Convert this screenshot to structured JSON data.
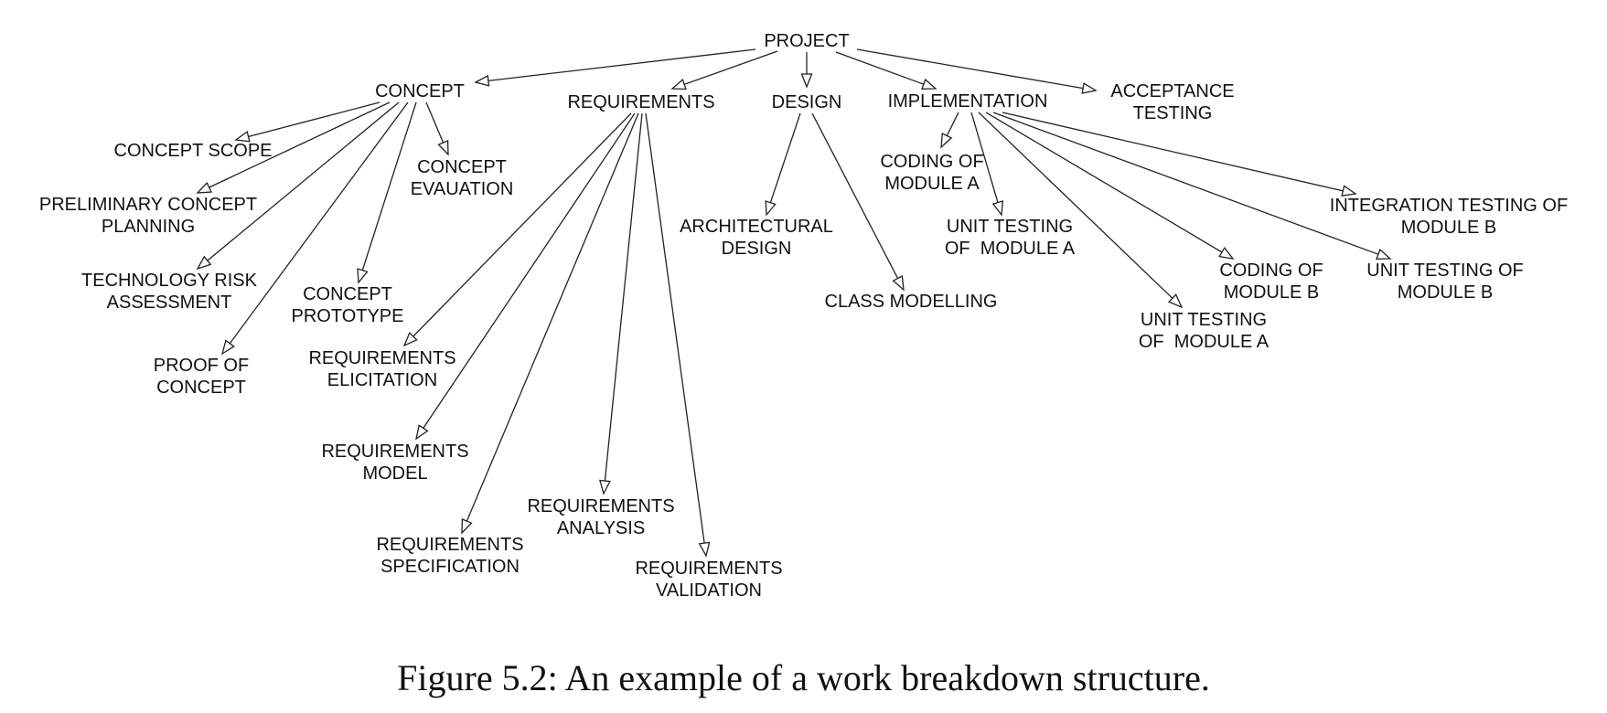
{
  "diagram": {
    "nodes": [
      {
        "id": "project",
        "lines": [
          "PROJECT"
        ]
      },
      {
        "id": "concept",
        "lines": [
          "CONCEPT"
        ]
      },
      {
        "id": "requirements",
        "lines": [
          "REQUIREMENTS"
        ]
      },
      {
        "id": "design",
        "lines": [
          "DESIGN"
        ]
      },
      {
        "id": "implementation",
        "lines": [
          "IMPLEMENTATION"
        ]
      },
      {
        "id": "acceptance_testing",
        "lines": [
          "ACCEPTANCE",
          "TESTING"
        ]
      },
      {
        "id": "concept_scope",
        "lines": [
          "CONCEPT SCOPE"
        ]
      },
      {
        "id": "preliminary_concept_planning",
        "lines": [
          "PRELIMINARY CONCEPT",
          "PLANNING"
        ]
      },
      {
        "id": "technology_risk_assessment",
        "lines": [
          "TECHNOLOGY RISK",
          "ASSESSMENT"
        ]
      },
      {
        "id": "proof_of_concept",
        "lines": [
          "PROOF OF",
          "CONCEPT"
        ]
      },
      {
        "id": "concept_prototype",
        "lines": [
          "CONCEPT",
          "PROTOTYPE"
        ]
      },
      {
        "id": "concept_evauation",
        "lines": [
          "CONCEPT",
          "EVAUATION"
        ]
      },
      {
        "id": "requirements_elicitation",
        "lines": [
          "REQUIREMENTS",
          "ELICITATION"
        ]
      },
      {
        "id": "requirements_model",
        "lines": [
          "REQUIREMENTS",
          "MODEL"
        ]
      },
      {
        "id": "requirements_specification",
        "lines": [
          "REQUIREMENTS",
          "SPECIFICATION"
        ]
      },
      {
        "id": "requirements_analysis",
        "lines": [
          "REQUIREMENTS",
          "ANALYSIS"
        ]
      },
      {
        "id": "requirements_validation",
        "lines": [
          "REQUIREMENTS",
          "VALIDATION"
        ]
      },
      {
        "id": "architectural_design",
        "lines": [
          "ARCHITECTURAL",
          "DESIGN"
        ]
      },
      {
        "id": "class_modelling",
        "lines": [
          "CLASS MODELLING"
        ]
      },
      {
        "id": "coding_module_a",
        "lines": [
          "CODING OF",
          "MODULE A"
        ]
      },
      {
        "id": "unit_testing_module_a_1",
        "lines": [
          "UNIT TESTING",
          "OF  MODULE A"
        ]
      },
      {
        "id": "unit_testing_module_a_2",
        "lines": [
          "UNIT TESTING",
          "OF  MODULE A"
        ]
      },
      {
        "id": "coding_module_b",
        "lines": [
          "CODING OF",
          "MODULE B"
        ]
      },
      {
        "id": "unit_testing_module_b",
        "lines": [
          "UNIT TESTING OF",
          "MODULE B"
        ]
      },
      {
        "id": "integration_testing_module_b",
        "lines": [
          "INTEGRATION TESTING OF",
          "MODULE B"
        ]
      }
    ],
    "edges": [
      [
        "project",
        "concept"
      ],
      [
        "project",
        "requirements"
      ],
      [
        "project",
        "design"
      ],
      [
        "project",
        "implementation"
      ],
      [
        "project",
        "acceptance_testing"
      ],
      [
        "concept",
        "concept_scope"
      ],
      [
        "concept",
        "preliminary_concept_planning"
      ],
      [
        "concept",
        "technology_risk_assessment"
      ],
      [
        "concept",
        "proof_of_concept"
      ],
      [
        "concept",
        "concept_prototype"
      ],
      [
        "concept",
        "concept_evauation"
      ],
      [
        "requirements",
        "requirements_elicitation"
      ],
      [
        "requirements",
        "requirements_model"
      ],
      [
        "requirements",
        "requirements_specification"
      ],
      [
        "requirements",
        "requirements_analysis"
      ],
      [
        "requirements",
        "requirements_validation"
      ],
      [
        "design",
        "architectural_design"
      ],
      [
        "design",
        "class_modelling"
      ],
      [
        "implementation",
        "coding_module_a"
      ],
      [
        "implementation",
        "unit_testing_module_a_1"
      ],
      [
        "implementation",
        "unit_testing_module_a_2"
      ],
      [
        "implementation",
        "coding_module_b"
      ],
      [
        "implementation",
        "unit_testing_module_b"
      ],
      [
        "implementation",
        "integration_testing_module_b"
      ]
    ]
  },
  "caption": "Figure 5.2: An example of a work breakdown structure."
}
